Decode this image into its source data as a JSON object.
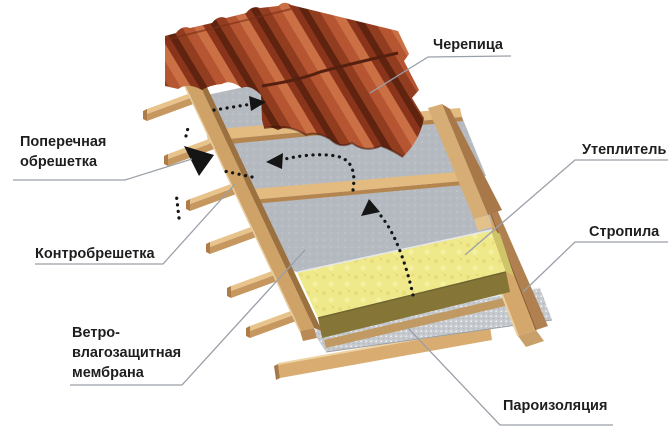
{
  "diagram": {
    "type": "exploded-roof-construction",
    "background": "#ffffff",
    "labels": {
      "tiles": "Черепица",
      "cross_battens": [
        "Поперечная",
        "обрешетка"
      ],
      "counter_battens": "Контробрешетка",
      "windproof_membrane": [
        "Ветро-",
        "влагозащитная",
        "мембрана"
      ],
      "insulation": "Утеплитель",
      "rafters": "Стропила",
      "vapor_barrier": "Пароизоляция"
    },
    "colors": {
      "tile": "#a4492a",
      "tile_dark": "#5f2310",
      "wood_light": "#e3ba80",
      "wood_mid": "#cfa368",
      "wood_dark": "#9c7140",
      "membrane": "#b5bac1",
      "insulation": "#efe98c",
      "insulation_edge": "#857637",
      "vapor_barrier": "#c6cacf",
      "leader_line": "#9aa0a8",
      "arrow": "#151515",
      "text": "#1e1e1e"
    },
    "airflow_arrows": [
      {
        "id": "arrow-under-tiles-right",
        "direction": "right"
      },
      {
        "id": "arrow-membrane-left",
        "direction": "left"
      },
      {
        "id": "arrow-membrane-up",
        "direction": "up"
      },
      {
        "id": "arrow-eave-exit",
        "direction": "up-left"
      }
    ]
  }
}
